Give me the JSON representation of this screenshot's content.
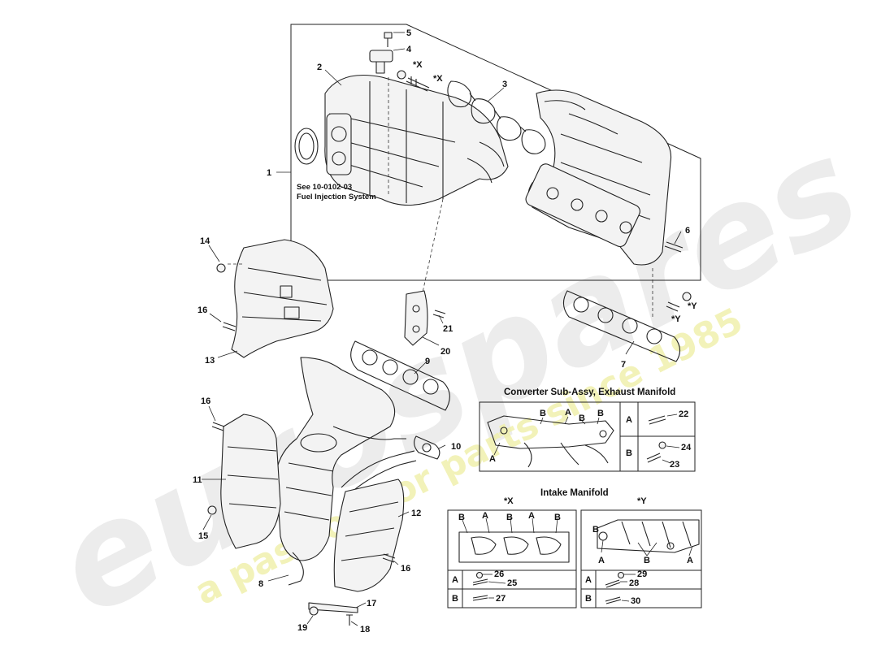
{
  "callouts": [
    {
      "id": "c5",
      "text": "5"
    },
    {
      "id": "c4",
      "text": "4"
    },
    {
      "id": "c2",
      "text": "2"
    },
    {
      "id": "c3",
      "text": "3"
    },
    {
      "id": "cX1",
      "text": "*X"
    },
    {
      "id": "cX2",
      "text": "*X"
    },
    {
      "id": "c1",
      "text": "1"
    },
    {
      "id": "c6",
      "text": "6"
    },
    {
      "id": "c14",
      "text": "14"
    },
    {
      "id": "c16a",
      "text": "16"
    },
    {
      "id": "c13",
      "text": "13"
    },
    {
      "id": "c21",
      "text": "21"
    },
    {
      "id": "c20",
      "text": "20"
    },
    {
      "id": "c9",
      "text": "9"
    },
    {
      "id": "cY1",
      "text": "*Y"
    },
    {
      "id": "cY2",
      "text": "*Y"
    },
    {
      "id": "c7",
      "text": "7"
    },
    {
      "id": "c16b",
      "text": "16"
    },
    {
      "id": "c10",
      "text": "10"
    },
    {
      "id": "c11",
      "text": "11"
    },
    {
      "id": "c15",
      "text": "15"
    },
    {
      "id": "c12",
      "text": "12"
    },
    {
      "id": "c16c",
      "text": "16"
    },
    {
      "id": "c8",
      "text": "8"
    },
    {
      "id": "c17",
      "text": "17"
    },
    {
      "id": "c19",
      "text": "19"
    },
    {
      "id": "c18",
      "text": "18"
    }
  ],
  "note": {
    "line1": "See 10-0102-03",
    "line2": "Fuel Injection System"
  },
  "converter": {
    "title": "Converter Sub-Assy, Exhaust Manifold",
    "row_a": "A",
    "row_b": "B",
    "n22": "22",
    "n24": "24",
    "n23": "23",
    "labels": [
      "B",
      "A",
      "B",
      "A",
      "B"
    ]
  },
  "intake": {
    "title": "Intake Manifold",
    "x_tag": "*X",
    "y_tag": "*Y",
    "x_labels": [
      "B",
      "A",
      "B",
      "A",
      "B"
    ],
    "y_labels": [
      "B",
      "A",
      "B",
      "A"
    ],
    "row_a": "A",
    "row_b": "B",
    "n26": "26",
    "n25": "25",
    "n27": "27",
    "n29": "29",
    "n28": "28",
    "n30": "30"
  },
  "watermark": {
    "logo": "eurospares",
    "tagline": "a passion for parts since 1985"
  },
  "colors": {
    "line": "#222222",
    "watermark_logo": "#e6e6e6",
    "watermark_tag": "#f0f0a8"
  }
}
